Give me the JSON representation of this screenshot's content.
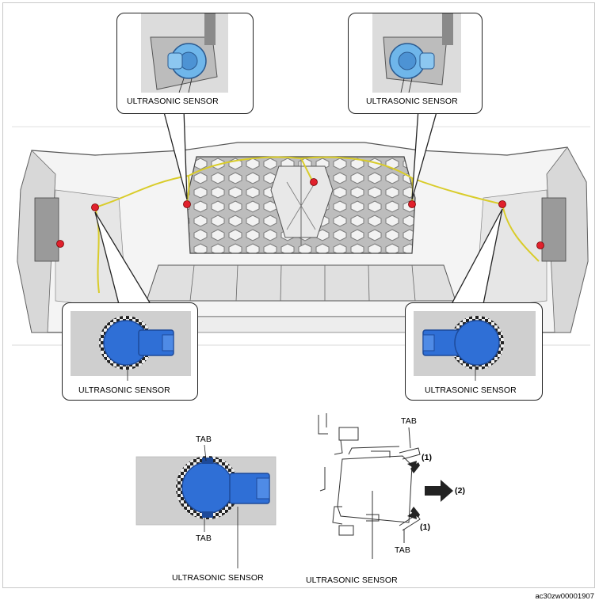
{
  "labels": {
    "sensor_top_left": "ULTRASONIC SENSOR",
    "sensor_top_right": "ULTRASONIC SENSOR",
    "sensor_mid_left": "ULTRASONIC SENSOR",
    "sensor_mid_right": "ULTRASONIC SENSOR",
    "sensor_bottom_photo": "ULTRASONIC SENSOR",
    "sensor_bottom_drawing": "ULTRASONIC SENSOR",
    "tab_photo_top": "TAB",
    "tab_photo_bottom": "TAB",
    "tab_drawing_top": "TAB",
    "tab_drawing_bottom": "TAB",
    "step_1_top": "(1)",
    "step_1_bottom": "(1)",
    "step_2": "(2)"
  },
  "document_id": "ac30zw00001907",
  "colors": {
    "sensor_blue": "#2f6fd6",
    "wire_yellow": "#d9cc2a",
    "marker_red": "#e0202c",
    "line_gray": "#555555"
  }
}
